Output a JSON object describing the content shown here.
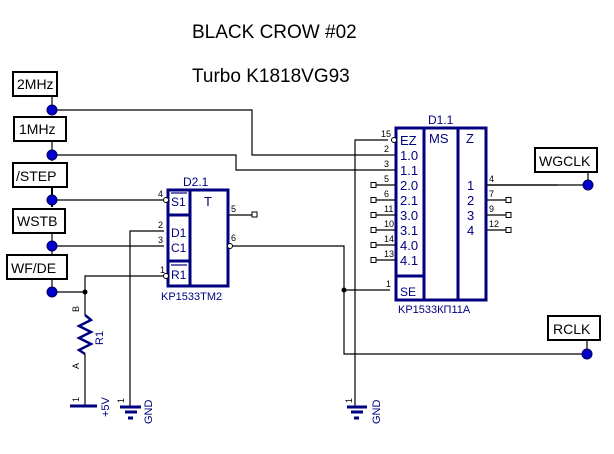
{
  "title": "BLACK CROW #02",
  "subtitle": "Turbo K1818VG93",
  "ports": {
    "p2mhz": "2MHz",
    "p1mhz": "1MHz",
    "step": "/STEP",
    "wstb": "WSTB",
    "wfde": "WF/DE",
    "wgclk": "WGCLK",
    "rclk": "RCLK"
  },
  "d2": {
    "ref": "D2.1",
    "part": "KP1533TM2",
    "func": "T",
    "s1": "S1",
    "d1": "D1",
    "c1": "C1",
    "r1": "R1",
    "pins": {
      "s": "4",
      "d": "2",
      "c": "3",
      "r": "1",
      "q": "5",
      "nq": "6"
    }
  },
  "d1": {
    "ref": "D1.1",
    "part": "KP1533КП11A",
    "ms": "MS",
    "z": "Z",
    "inputs": [
      "EZ",
      "1.0",
      "1.1",
      "2.0",
      "2.1",
      "3.0",
      "3.1",
      "4.0",
      "4.1"
    ],
    "input_pins": [
      "15",
      "2",
      "3",
      "5",
      "6",
      "11",
      "10",
      "14",
      "13"
    ],
    "se": "SE",
    "se_pin": "1",
    "outputs": [
      "1",
      "2",
      "3",
      "4"
    ],
    "output_pins": [
      "4",
      "7",
      "9",
      "12"
    ]
  },
  "r1": {
    "ref": "R1",
    "a": "A",
    "b": "B"
  },
  "power": {
    "vcc": "+5V",
    "gnd1": "GND",
    "gnd2": "GND",
    "pin": "1"
  }
}
